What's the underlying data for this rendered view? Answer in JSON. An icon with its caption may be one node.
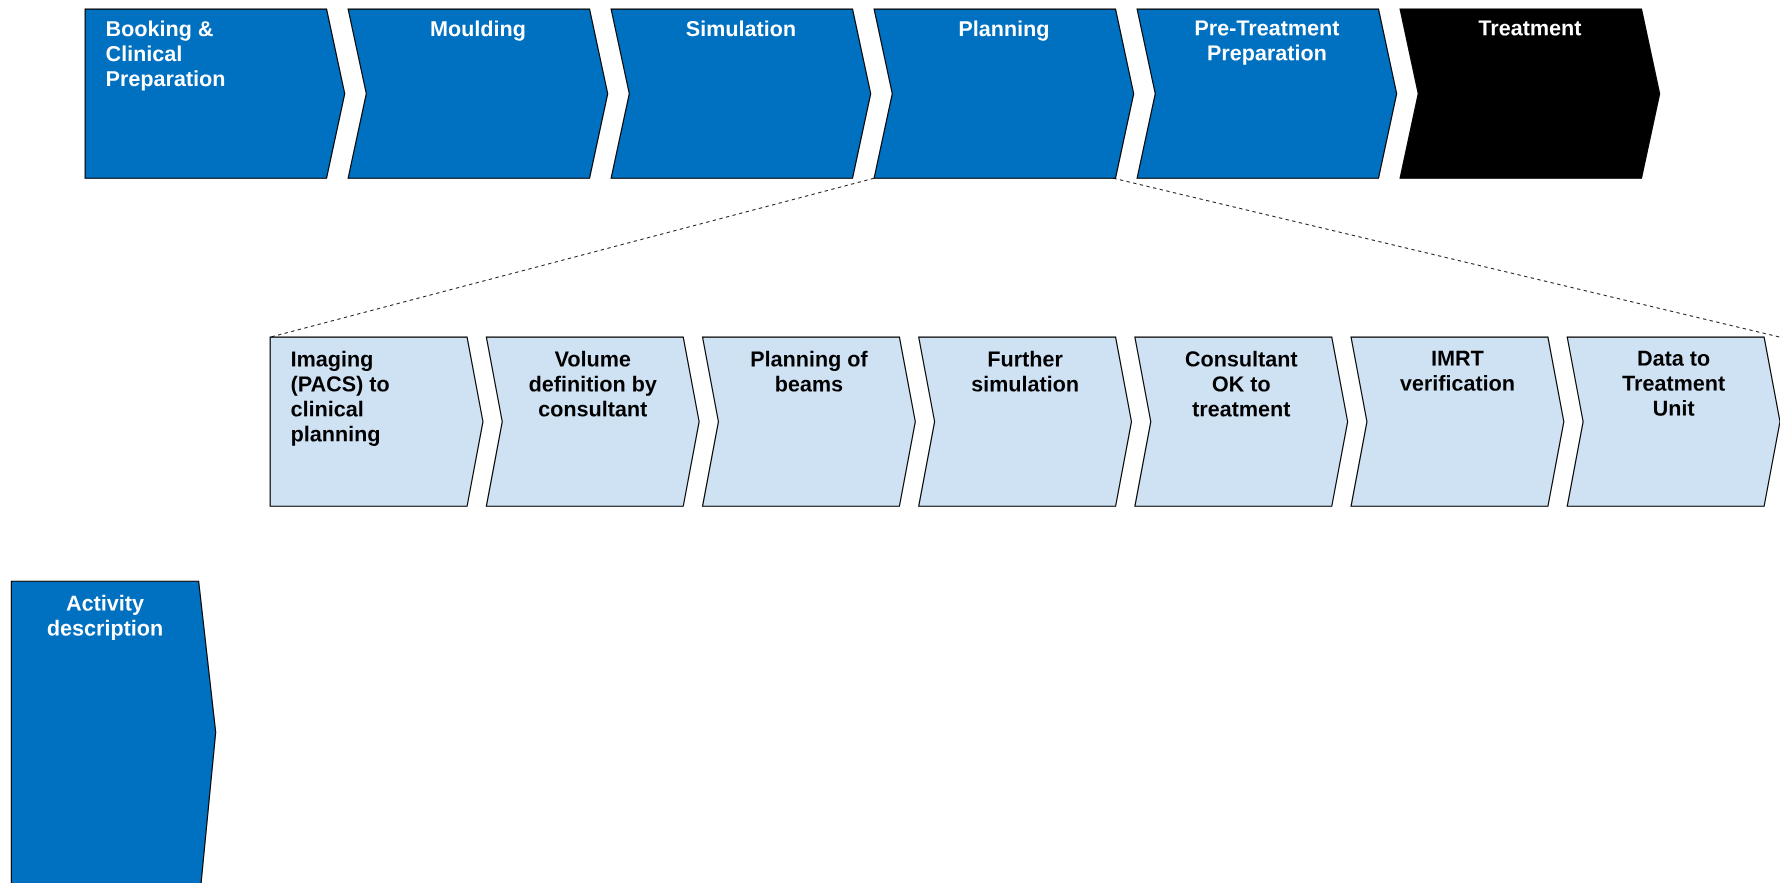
{
  "diagram": {
    "nodes": [
      {
        "text": [
          "Booking & Clinical Preparation"
        ]
      },
      {
        "text": [
          "Moulding"
        ]
      },
      {
        "text": [
          "Simulation"
        ]
      },
      {
        "text": [
          "Planning"
        ]
      },
      {
        "text": [
          "Pre-Treatment Preparation"
        ]
      },
      {
        "text": [
          "Treatment"
        ]
      },
      {
        "text": [
          "Imaging (PACS) to clinical planning"
        ]
      },
      {
        "text": [
          "Volume definition by consultant"
        ]
      },
      {
        "text": [
          "Planning of beams"
        ]
      },
      {
        "text": [
          "Further simulation"
        ]
      },
      {
        "text": [
          "Consultant OK to treatment"
        ]
      },
      {
        "text": [
          "IMRT verification"
        ]
      },
      {
        "text": [
          "Data to Treatment Unit"
        ]
      },
      {
        "text": [
          "Activity description"
        ]
      }
    ],
    "edges": [
      {
        "from": 3,
        "to": 6,
        "arrow": "none",
        "style": "dashed"
      },
      {
        "from": 3,
        "to": 12,
        "arrow": "none",
        "style": "dashed"
      }
    ]
  }
}
